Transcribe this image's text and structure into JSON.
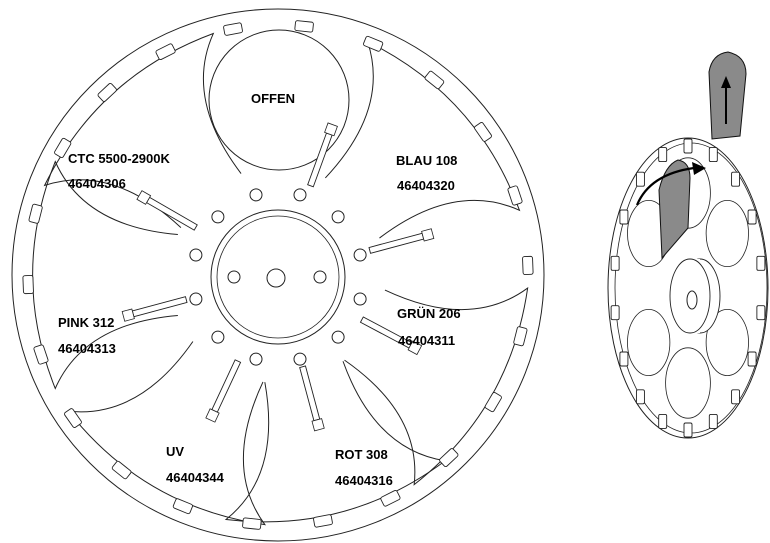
{
  "wheel": {
    "positions": [
      {
        "name": "OFFEN",
        "part_no": ""
      },
      {
        "name": "BLAU 108",
        "part_no": "46404320"
      },
      {
        "name": "GRÜN 206",
        "part_no": "46404311"
      },
      {
        "name": "ROT 308",
        "part_no": "46404316"
      },
      {
        "name": "UV",
        "part_no": "46404344"
      },
      {
        "name": "PINK 312",
        "part_no": "46404313"
      },
      {
        "name": "CTC 5500-2900K",
        "part_no": "46404306"
      }
    ]
  },
  "perspective_view": {
    "highlight_color": "#8a8a8a",
    "arrow_icons": [
      "curved-arrow-icon",
      "up-arrow-icon"
    ]
  }
}
